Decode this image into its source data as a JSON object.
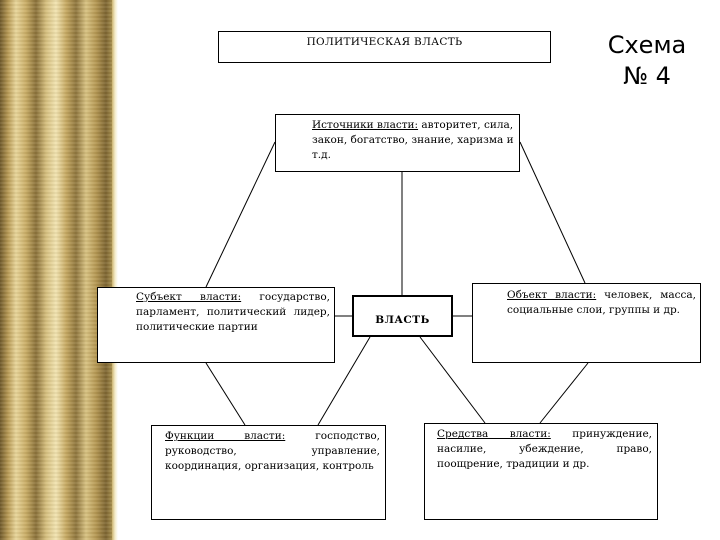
{
  "title": "ПОЛИТИЧЕСКАЯ ВЛАСТЬ",
  "scheme": {
    "label": "Схема",
    "number": "№ 4"
  },
  "nodes": {
    "sources": {
      "heading": "Источники власти:",
      "text": "авторитет, сила, закон, богатство, знание, харизма и т.д."
    },
    "subject": {
      "heading": "Субъект власти:",
      "text": "государство, парламент, политический лидер, политические партии"
    },
    "center": {
      "text": "ВЛАСТЬ"
    },
    "object": {
      "heading": "Объект власти:",
      "text": "человек, масса, социальные слои, группы и др."
    },
    "functions": {
      "heading": "Функции власти:",
      "text": "господство, руководство, управление, координация, организация, контроль"
    },
    "means": {
      "heading": "Средства власти:",
      "text": "принуждение, насилие, убеждение, право, поощрение, традиции и др."
    }
  }
}
